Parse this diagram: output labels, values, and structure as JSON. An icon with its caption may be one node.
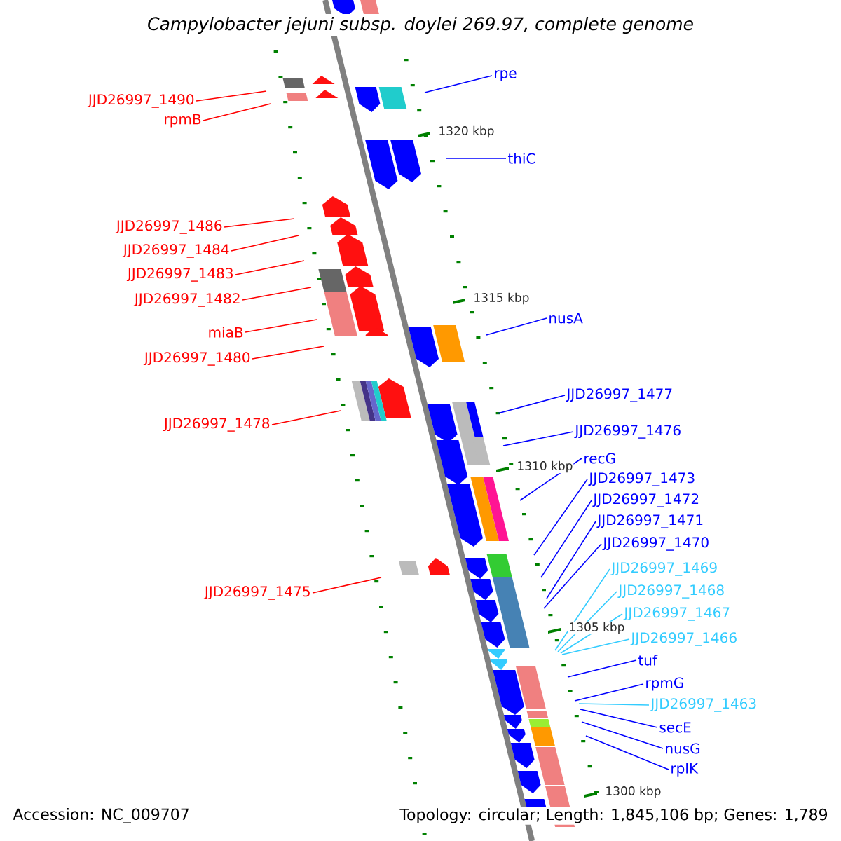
{
  "diagram": {
    "title": "Campylobacter jejuni subsp. doylei 269.97, complete genome",
    "nodes": [
      {
        "text": [
          "JJD26997_1490"
        ]
      },
      {
        "text": [
          "rpmB"
        ]
      },
      {
        "text": [
          "JJD26997_1486"
        ]
      },
      {
        "text": [
          "JJD26997_1484"
        ]
      },
      {
        "text": [
          "JJD26997_1483"
        ]
      },
      {
        "text": [
          "JJD26997_1482"
        ]
      },
      {
        "text": [
          "miaB"
        ]
      },
      {
        "text": [
          "JJD26997_1480"
        ]
      },
      {
        "text": [
          "JJD26997_1478"
        ]
      },
      {
        "text": [
          "JJD26997_1475"
        ]
      },
      {
        "text": [
          "rpe"
        ]
      },
      {
        "text": [
          "thiC"
        ]
      },
      {
        "text": [
          "nusA"
        ]
      },
      {
        "text": [
          "JJD26997_1477"
        ]
      },
      {
        "text": [
          "JJD26997_1476"
        ]
      },
      {
        "text": [
          "recG"
        ]
      },
      {
        "text": [
          "JJD26997_1473"
        ]
      },
      {
        "text": [
          "JJD26997_1472"
        ]
      },
      {
        "text": [
          "JJD26997_1471"
        ]
      },
      {
        "text": [
          "JJD26997_1470"
        ]
      },
      {
        "text": [
          "JJD26997_1469"
        ]
      },
      {
        "text": [
          "JJD26997_1468"
        ]
      },
      {
        "text": [
          "JJD26997_1467"
        ]
      },
      {
        "text": [
          "JJD26997_1466"
        ]
      },
      {
        "text": [
          "tuf"
        ]
      },
      {
        "text": [
          "rpmG"
        ]
      },
      {
        "text": [
          "JJD26997_1463"
        ]
      },
      {
        "text": [
          "secE"
        ]
      },
      {
        "text": [
          "nusG"
        ]
      },
      {
        "text": [
          "rplK"
        ]
      }
    ],
    "edges": [
      {
        "from": 0,
        "to": null,
        "arrow": "none",
        "color": "#ff0000"
      },
      {
        "from": 1,
        "to": null,
        "arrow": "none",
        "color": "#ff0000"
      },
      {
        "from": 2,
        "to": null,
        "arrow": "none",
        "color": "#ff0000"
      },
      {
        "from": 3,
        "to": null,
        "arrow": "none",
        "color": "#ff0000"
      },
      {
        "from": 4,
        "to": null,
        "arrow": "none",
        "color": "#ff0000"
      },
      {
        "from": 5,
        "to": null,
        "arrow": "none",
        "color": "#ff0000"
      },
      {
        "from": 6,
        "to": null,
        "arrow": "none",
        "color": "#ff0000"
      },
      {
        "from": 7,
        "to": null,
        "arrow": "none",
        "color": "#ff0000"
      },
      {
        "from": 8,
        "to": null,
        "arrow": "none",
        "color": "#ff0000"
      },
      {
        "from": 9,
        "to": null,
        "arrow": "none",
        "color": "#ff0000"
      },
      {
        "from": 10,
        "to": null,
        "arrow": "none",
        "color": "#0000ff"
      },
      {
        "from": 11,
        "to": null,
        "arrow": "none",
        "color": "#0000ff"
      },
      {
        "from": 12,
        "to": null,
        "arrow": "none",
        "color": "#0000ff"
      },
      {
        "from": 13,
        "to": null,
        "arrow": "none",
        "color": "#0000ff"
      },
      {
        "from": 14,
        "to": null,
        "arrow": "none",
        "color": "#0000ff"
      },
      {
        "from": 15,
        "to": null,
        "arrow": "none",
        "color": "#0000ff"
      },
      {
        "from": 16,
        "to": null,
        "arrow": "none",
        "color": "#0000ff"
      },
      {
        "from": 17,
        "to": null,
        "arrow": "none",
        "color": "#0000ff"
      },
      {
        "from": 18,
        "to": null,
        "arrow": "none",
        "color": "#0000ff"
      },
      {
        "from": 19,
        "to": null,
        "arrow": "none",
        "color": "#0000ff"
      },
      {
        "from": 20,
        "to": null,
        "arrow": "none",
        "color": "#33ccff"
      },
      {
        "from": 21,
        "to": null,
        "arrow": "none",
        "color": "#33ccff"
      },
      {
        "from": 22,
        "to": null,
        "arrow": "none",
        "color": "#33ccff"
      },
      {
        "from": 23,
        "to": null,
        "arrow": "none",
        "color": "#33ccff"
      },
      {
        "from": 24,
        "to": null,
        "arrow": "none",
        "color": "#0000ff"
      },
      {
        "from": 25,
        "to": null,
        "arrow": "none",
        "color": "#0000ff"
      },
      {
        "from": 26,
        "to": null,
        "arrow": "none",
        "color": "#33ccff"
      },
      {
        "from": 27,
        "to": null,
        "arrow": "none",
        "color": "#0000ff"
      },
      {
        "from": 28,
        "to": null,
        "arrow": "none",
        "color": "#0000ff"
      },
      {
        "from": 29,
        "to": null,
        "arrow": "none",
        "color": "#0000ff"
      }
    ],
    "labels": [
      "1320 kbp",
      "1315 kbp",
      "1310 kbp",
      "1305 kbp",
      "1300 kbp",
      "Accession: NC_009707",
      "Topology: circular; Length: 1,845,106 bp; Genes: 1,789"
    ]
  }
}
